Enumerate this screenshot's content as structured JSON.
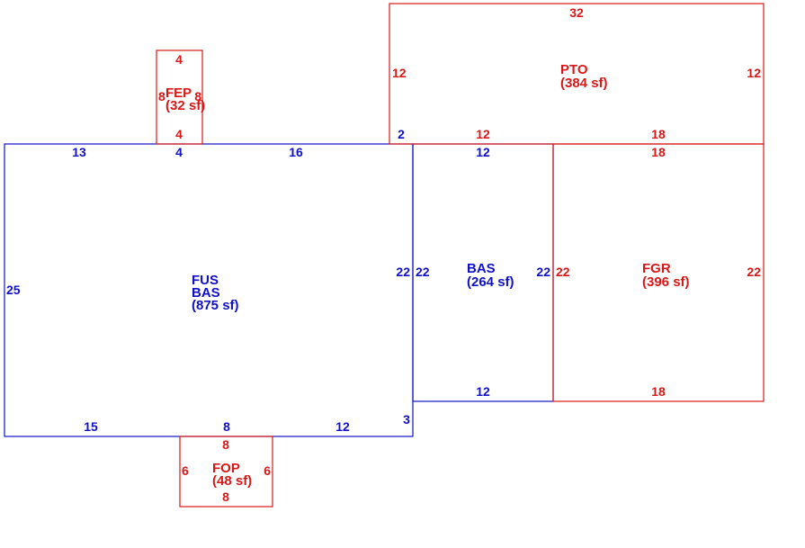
{
  "colors": {
    "living": "#1010c8",
    "other": "#d81818",
    "background": "#ffffff"
  },
  "areas": {
    "fus_bas": {
      "code1": "FUS",
      "code2": "BAS",
      "area": "(875 sf)"
    },
    "bas": {
      "code": "BAS",
      "area": "(264 sf)"
    },
    "fgr": {
      "code": "FGR",
      "area": "(396 sf)"
    },
    "pto": {
      "code": "PTO",
      "area": "(384 sf)"
    },
    "fep": {
      "code": "FEP",
      "area": "(32 sf)"
    },
    "fop": {
      "code": "FOP",
      "area": "(48 sf)"
    }
  },
  "dims": {
    "fus_top_a": "13",
    "fus_top_b": "4",
    "fus_top_c": "16",
    "fus_left": "25",
    "fus_right": "22",
    "fus_bottom_a": "15",
    "fus_bottom_b": "8",
    "fus_bottom_c": "12",
    "fus_bottom_step": "3",
    "bas_top": "12",
    "bas_left": "22",
    "bas_right": "22",
    "bas_bottom": "12",
    "fgr_top": "18",
    "fgr_left": "22",
    "fgr_right": "22",
    "fgr_bottom": "18",
    "pto_top": "32",
    "pto_left": "12",
    "pto_right": "12",
    "pto_bottom_a": "2",
    "pto_bottom_b": "12",
    "pto_bottom_c": "18",
    "fep_top": "4",
    "fep_left": "8",
    "fep_right": "8",
    "fep_bottom": "4",
    "fop_top": "8",
    "fop_left": "6",
    "fop_right": "6",
    "fop_bottom": "8"
  }
}
